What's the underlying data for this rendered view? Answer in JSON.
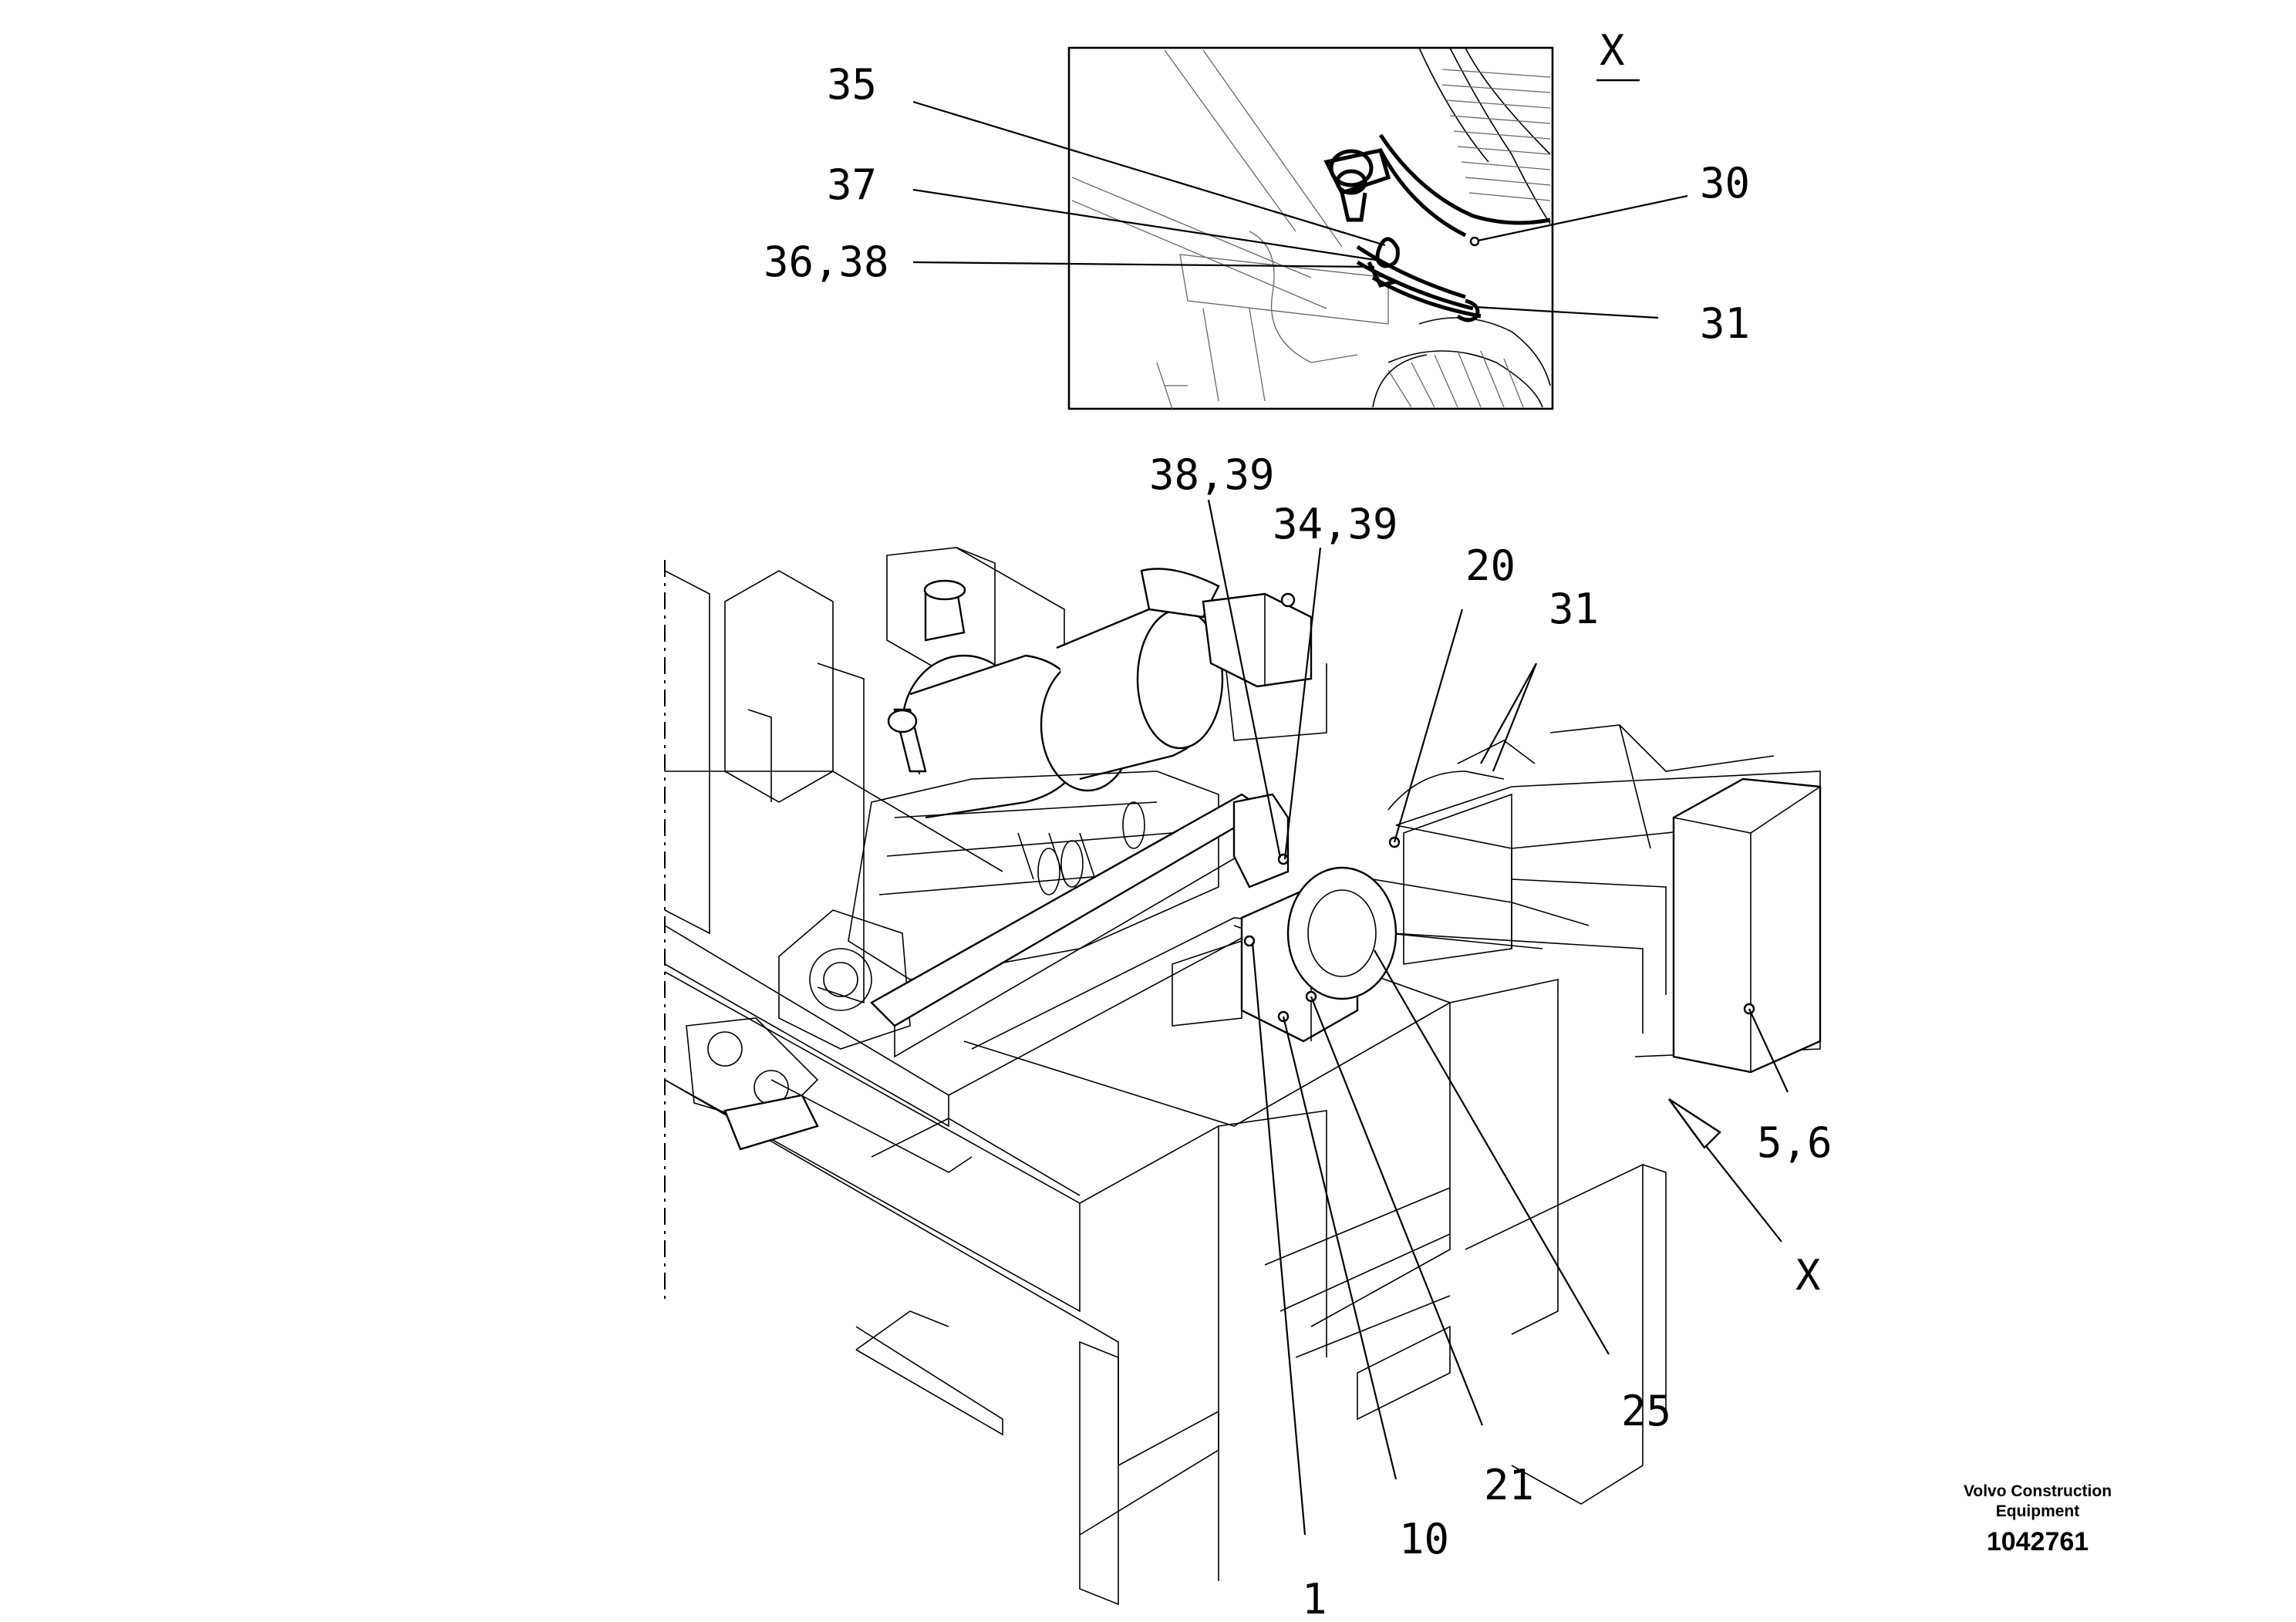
{
  "callouts": {
    "c35": "35",
    "c37": "37",
    "c36_38": "36,38",
    "c30": "30",
    "c31_detail": "31",
    "x_detail": "X",
    "c38_39": "38,39",
    "c34_39": "34,39",
    "c20": "20",
    "c31_main": "31",
    "c5_6": "5,6",
    "x_main": "X",
    "c25": "25",
    "c21": "21",
    "c10": "10",
    "c1": "1"
  },
  "footer": {
    "brand_line1": "Volvo Construction",
    "brand_line2": "Equipment",
    "doc_number": "1042761"
  }
}
